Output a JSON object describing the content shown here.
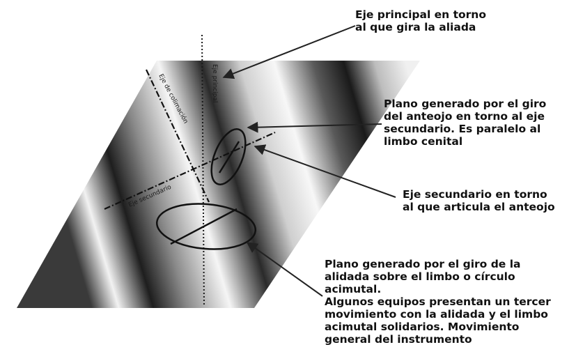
{
  "annotations": {
    "eje_principal": "Eje principal en torno\nal que gira la aliada",
    "plano_anteojo": "Plano generado por el giro\ndel anteojo en torno al eje\nsecundario. Es paralelo al\nlimbo cenital",
    "eje_secundario": "Eje secundario en torno\nal que articula el anteojo",
    "plano_alidada": "Plano generado por el giro de la\nalidada sobre el limbo o círculo\nacimutal.\nAlgunos equipos presentan un tercer\nmovimiento con la alidada y el limbo\nacimutal solidarios. Movimiento\ngeneral del instrumento"
  },
  "axis_labels": {
    "principal": "Eje principal",
    "colimacion": "Eje de colimación",
    "secundario": "Eje secundario"
  }
}
